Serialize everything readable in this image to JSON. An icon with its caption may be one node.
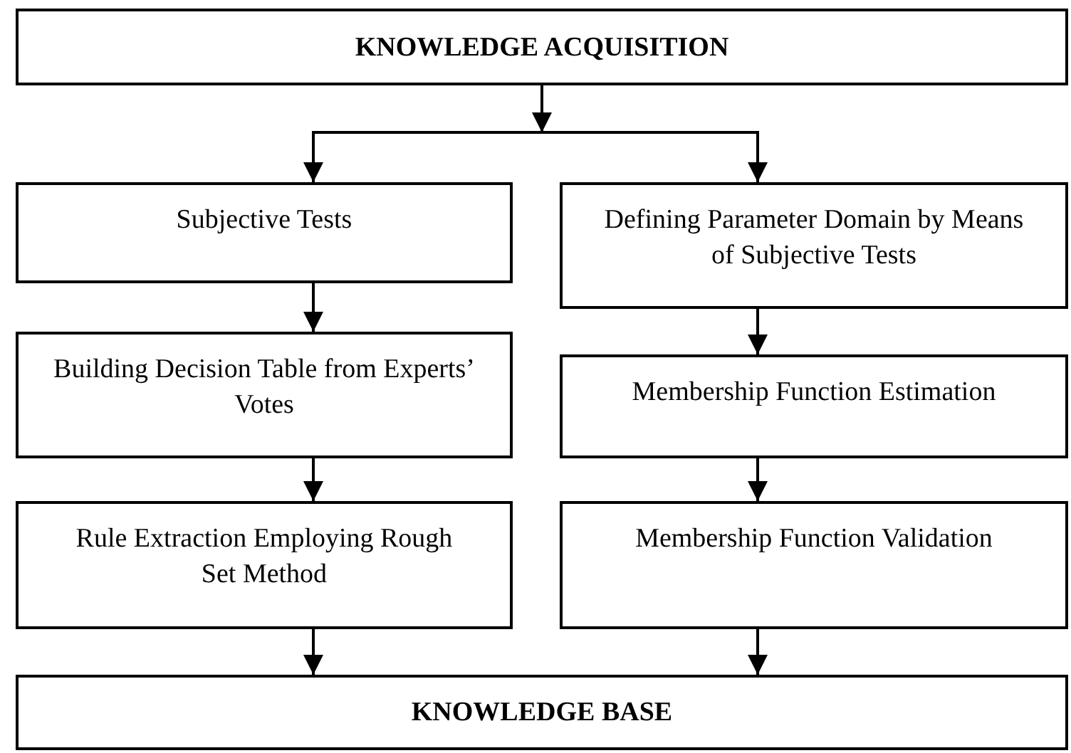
{
  "diagram": {
    "nodes": [
      {
        "text": [
          "KNOWLEDGE ACQUISITION"
        ]
      },
      {
        "text": [
          "Subjective Tests"
        ]
      },
      {
        "text": [
          "Defining Parameter Domain by Means of Subjective Tests"
        ]
      },
      {
        "text": [
          "Building Decision Table from Experts’ Votes"
        ]
      },
      {
        "text": [
          "Membership Function Estimation"
        ]
      },
      {
        "text": [
          "Rule Extraction Employing Rough Set Method"
        ]
      },
      {
        "text": [
          "Membership Function Validation"
        ]
      },
      {
        "text": [
          "KNOWLEDGE BASE"
        ]
      }
    ],
    "edges": [
      {
        "from": 0,
        "to": 1,
        "arrow": "to"
      },
      {
        "from": 0,
        "to": 2,
        "arrow": "to"
      },
      {
        "from": 1,
        "to": 3,
        "arrow": "to"
      },
      {
        "from": 3,
        "to": 5,
        "arrow": "to"
      },
      {
        "from": 2,
        "to": 4,
        "arrow": "to"
      },
      {
        "from": 4,
        "to": 6,
        "arrow": "to"
      },
      {
        "from": 5,
        "to": 7,
        "arrow": "to"
      },
      {
        "from": 6,
        "to": 7,
        "arrow": "to"
      }
    ]
  }
}
